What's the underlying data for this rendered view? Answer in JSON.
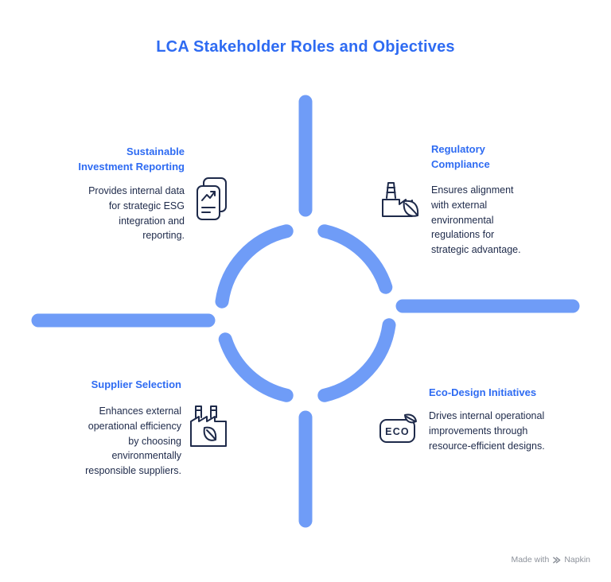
{
  "title": "LCA Stakeholder Roles and Objectives",
  "colors": {
    "accent_blue": "#2e6bf2",
    "shape_blue": "#6f9cf7",
    "text_navy": "#1e2a4a",
    "credit_gray": "#8d929b"
  },
  "quadrants": [
    {
      "name": "sustainable-investment-reporting",
      "title": "Sustainable\nInvestment Reporting",
      "description": "Provides internal data\nfor strategic ESG\nintegration and\nreporting.",
      "icon": "report-chart-icon"
    },
    {
      "name": "regulatory-compliance",
      "title": "Regulatory\nCompliance",
      "description": "Ensures alignment\nwith external\nenvironmental\nregulations for\nstrategic advantage.",
      "icon": "eco-factory-icon"
    },
    {
      "name": "supplier-selection",
      "title": "Supplier Selection",
      "description": "Enhances external\noperational efficiency\nby choosing\nenvironmentally\nresponsible suppliers.",
      "icon": "green-factory-icon"
    },
    {
      "name": "eco-design-initiatives",
      "title": "Eco-Design Initiatives",
      "description": "Drives internal operational\nimprovements through\nresource-efficient designs.",
      "icon": "eco-badge-icon",
      "badge_text": "ECO"
    }
  ],
  "footer": {
    "made_with": "Made with",
    "brand": "Napkin"
  }
}
